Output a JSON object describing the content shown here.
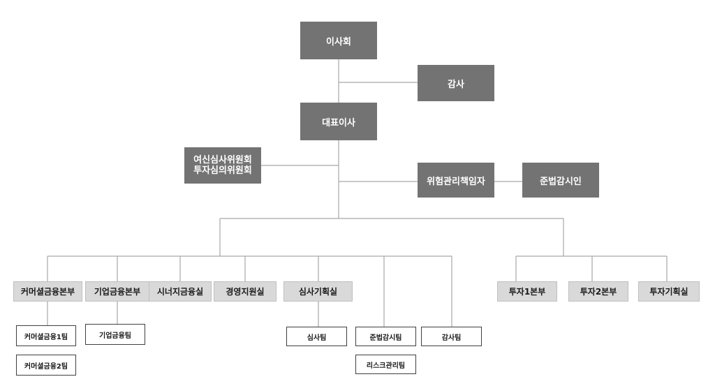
{
  "top": {
    "board": "이사회",
    "audit": "감사",
    "ceo": "대표이사",
    "committees": [
      "여신심사위원회",
      "투자심의위원회"
    ],
    "risk_officer": "위험관리책임자",
    "compliance_officer": "준법감시인"
  },
  "divisions": {
    "commercial_finance": "커머셜금융본부",
    "corporate_finance": "기업금융본부",
    "synergy_finance": "시너지금융실",
    "management_support": "경영지원실",
    "review_planning": "심사기획실",
    "investment_1": "투자1본부",
    "investment_2": "투자2본부",
    "investment_planning": "투자기획실"
  },
  "teams": {
    "commercial_1": "커머셜금융1팀",
    "commercial_2": "커머셜금융2팀",
    "corporate": "기업금융팀",
    "review": "심사팀",
    "compliance": "준법감시팀",
    "risk_management": "리스크관리팀",
    "audit": "감사팀"
  }
}
